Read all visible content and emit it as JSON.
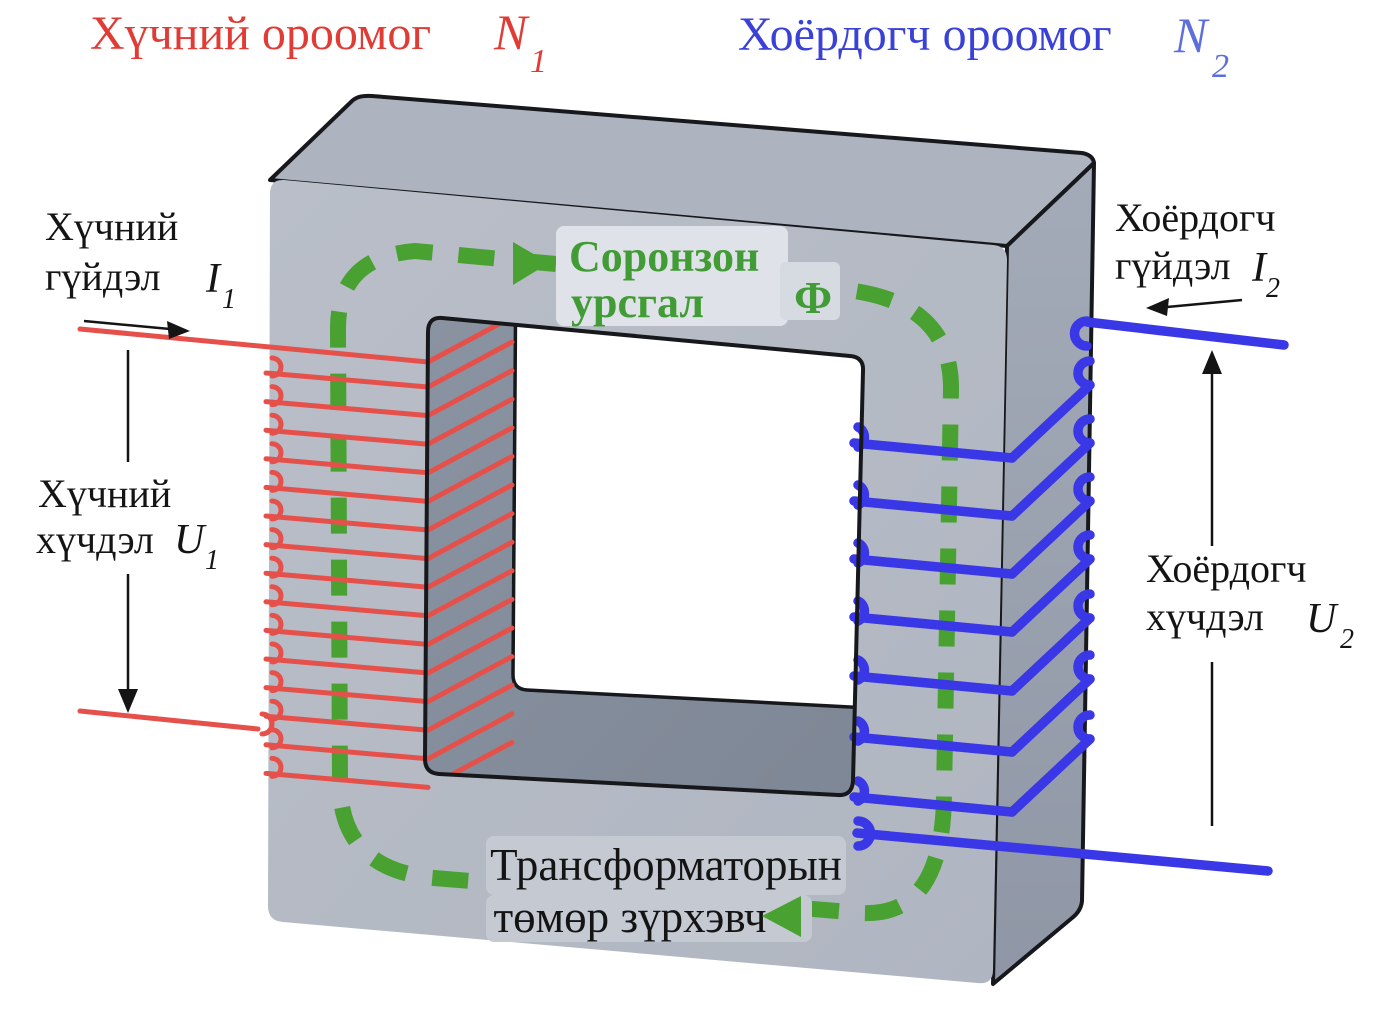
{
  "diagram": {
    "type": "transformer-schematic",
    "labels": {
      "primary_winding": {
        "text": "Хүчний ороомог",
        "symbol": "N",
        "sub": "1"
      },
      "secondary_winding": {
        "text": "Хоёрдогч ороомог",
        "symbol": "N",
        "sub": "2"
      },
      "primary_current": {
        "line1": "Хүчний",
        "line2": "гүйдэл",
        "symbol": "I",
        "sub": "1"
      },
      "primary_voltage": {
        "line1": "Хүчний",
        "line2": "хүчдэл",
        "symbol": "U",
        "sub": "1"
      },
      "secondary_current": {
        "line1": "Хоёрдогч",
        "line2": "гүйдэл",
        "symbol": "I",
        "sub": "2"
      },
      "secondary_voltage": {
        "line1": "Хоёрдогч",
        "line2": "хүчдэл",
        "symbol": "U",
        "sub": "2"
      },
      "flux": {
        "line1": "Соронзон",
        "line2": "урсгал",
        "symbol": "Φ"
      },
      "core": {
        "line1": "Трансформаторын",
        "line2": "төмөр зүрхэвч"
      }
    },
    "windings": {
      "primary": {
        "turns_shown": 16,
        "wire_color": "#e5514a"
      },
      "secondary": {
        "turns_shown": 8,
        "wire_color": "#3a38e6"
      }
    },
    "colors": {
      "label_red": "#e03b34",
      "label_blue": "#3a41d7",
      "label_blue_symbol": "#5d6edd",
      "flux_green": "#49a132",
      "flux_text_green": "#419c36",
      "text_black": "#141414",
      "core_front": "#b5bac4",
      "core_top": "#adb3bf",
      "core_side": "#9aa1ae",
      "core_inner_wall": "#8a93a1",
      "outline": "#17181c"
    }
  }
}
